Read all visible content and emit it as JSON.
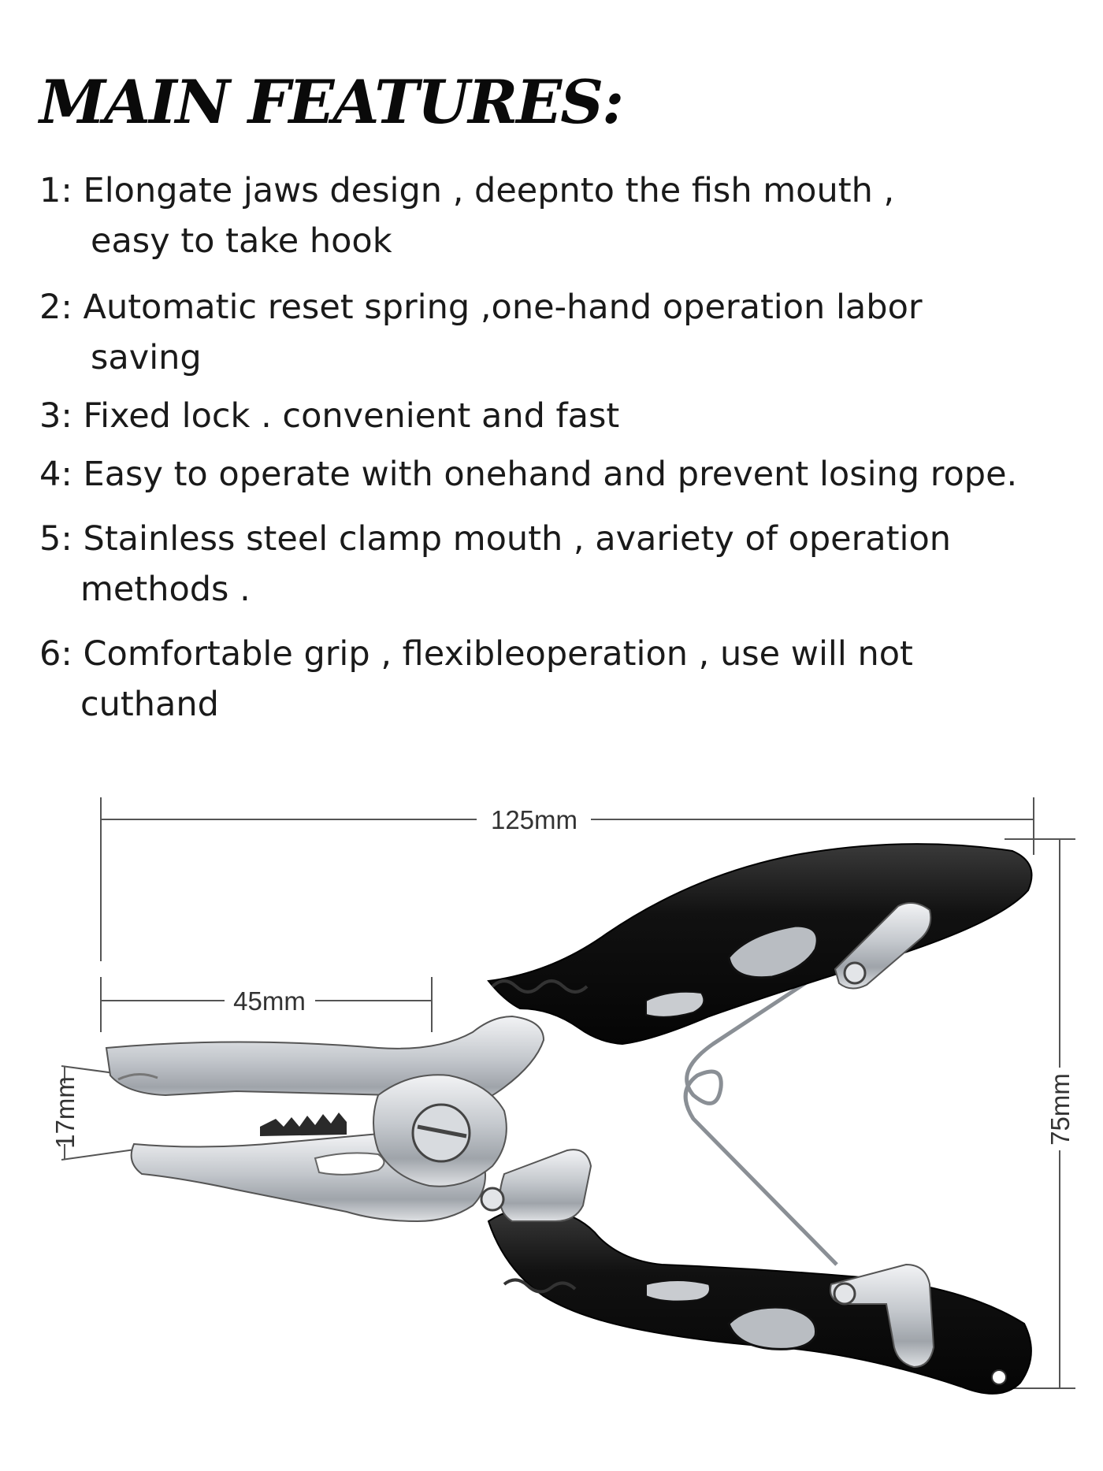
{
  "title": "MAIN FEATURES:",
  "features": [
    {
      "num": "1:",
      "line1": "Elongate jaws design , deepnto the fish mouth ,",
      "line2": "easy to take hook"
    },
    {
      "num": "2:",
      "line1": "Automatic reset spring ,one-hand operation labor",
      "line2": "saving"
    },
    {
      "num": "3:",
      "line1": "Fixed lock . convenient and fast",
      "line2": ""
    },
    {
      "num": "4:",
      "line1": "Easy to operate with onehand and prevent losing rope.",
      "line2": ""
    },
    {
      "num": "5:",
      "line1": "Stainless steel clamp mouth , avariety of operation",
      "line2": "methods ."
    },
    {
      "num": "6:",
      "line1": "Comfortable grip , flexibleoperation , use will not",
      "line2": "cuthand"
    }
  ],
  "dimensions": {
    "total_length": "125mm",
    "jaw_length": "45mm",
    "jaw_width": "17mm",
    "opening_height": "75mm"
  },
  "colors": {
    "text": "#1a1a1a",
    "handle": "#151515",
    "steel": "#c9ccd0",
    "dimension_line": "#555555"
  },
  "icons": {
    "product": "fishing-pliers-illustration"
  }
}
